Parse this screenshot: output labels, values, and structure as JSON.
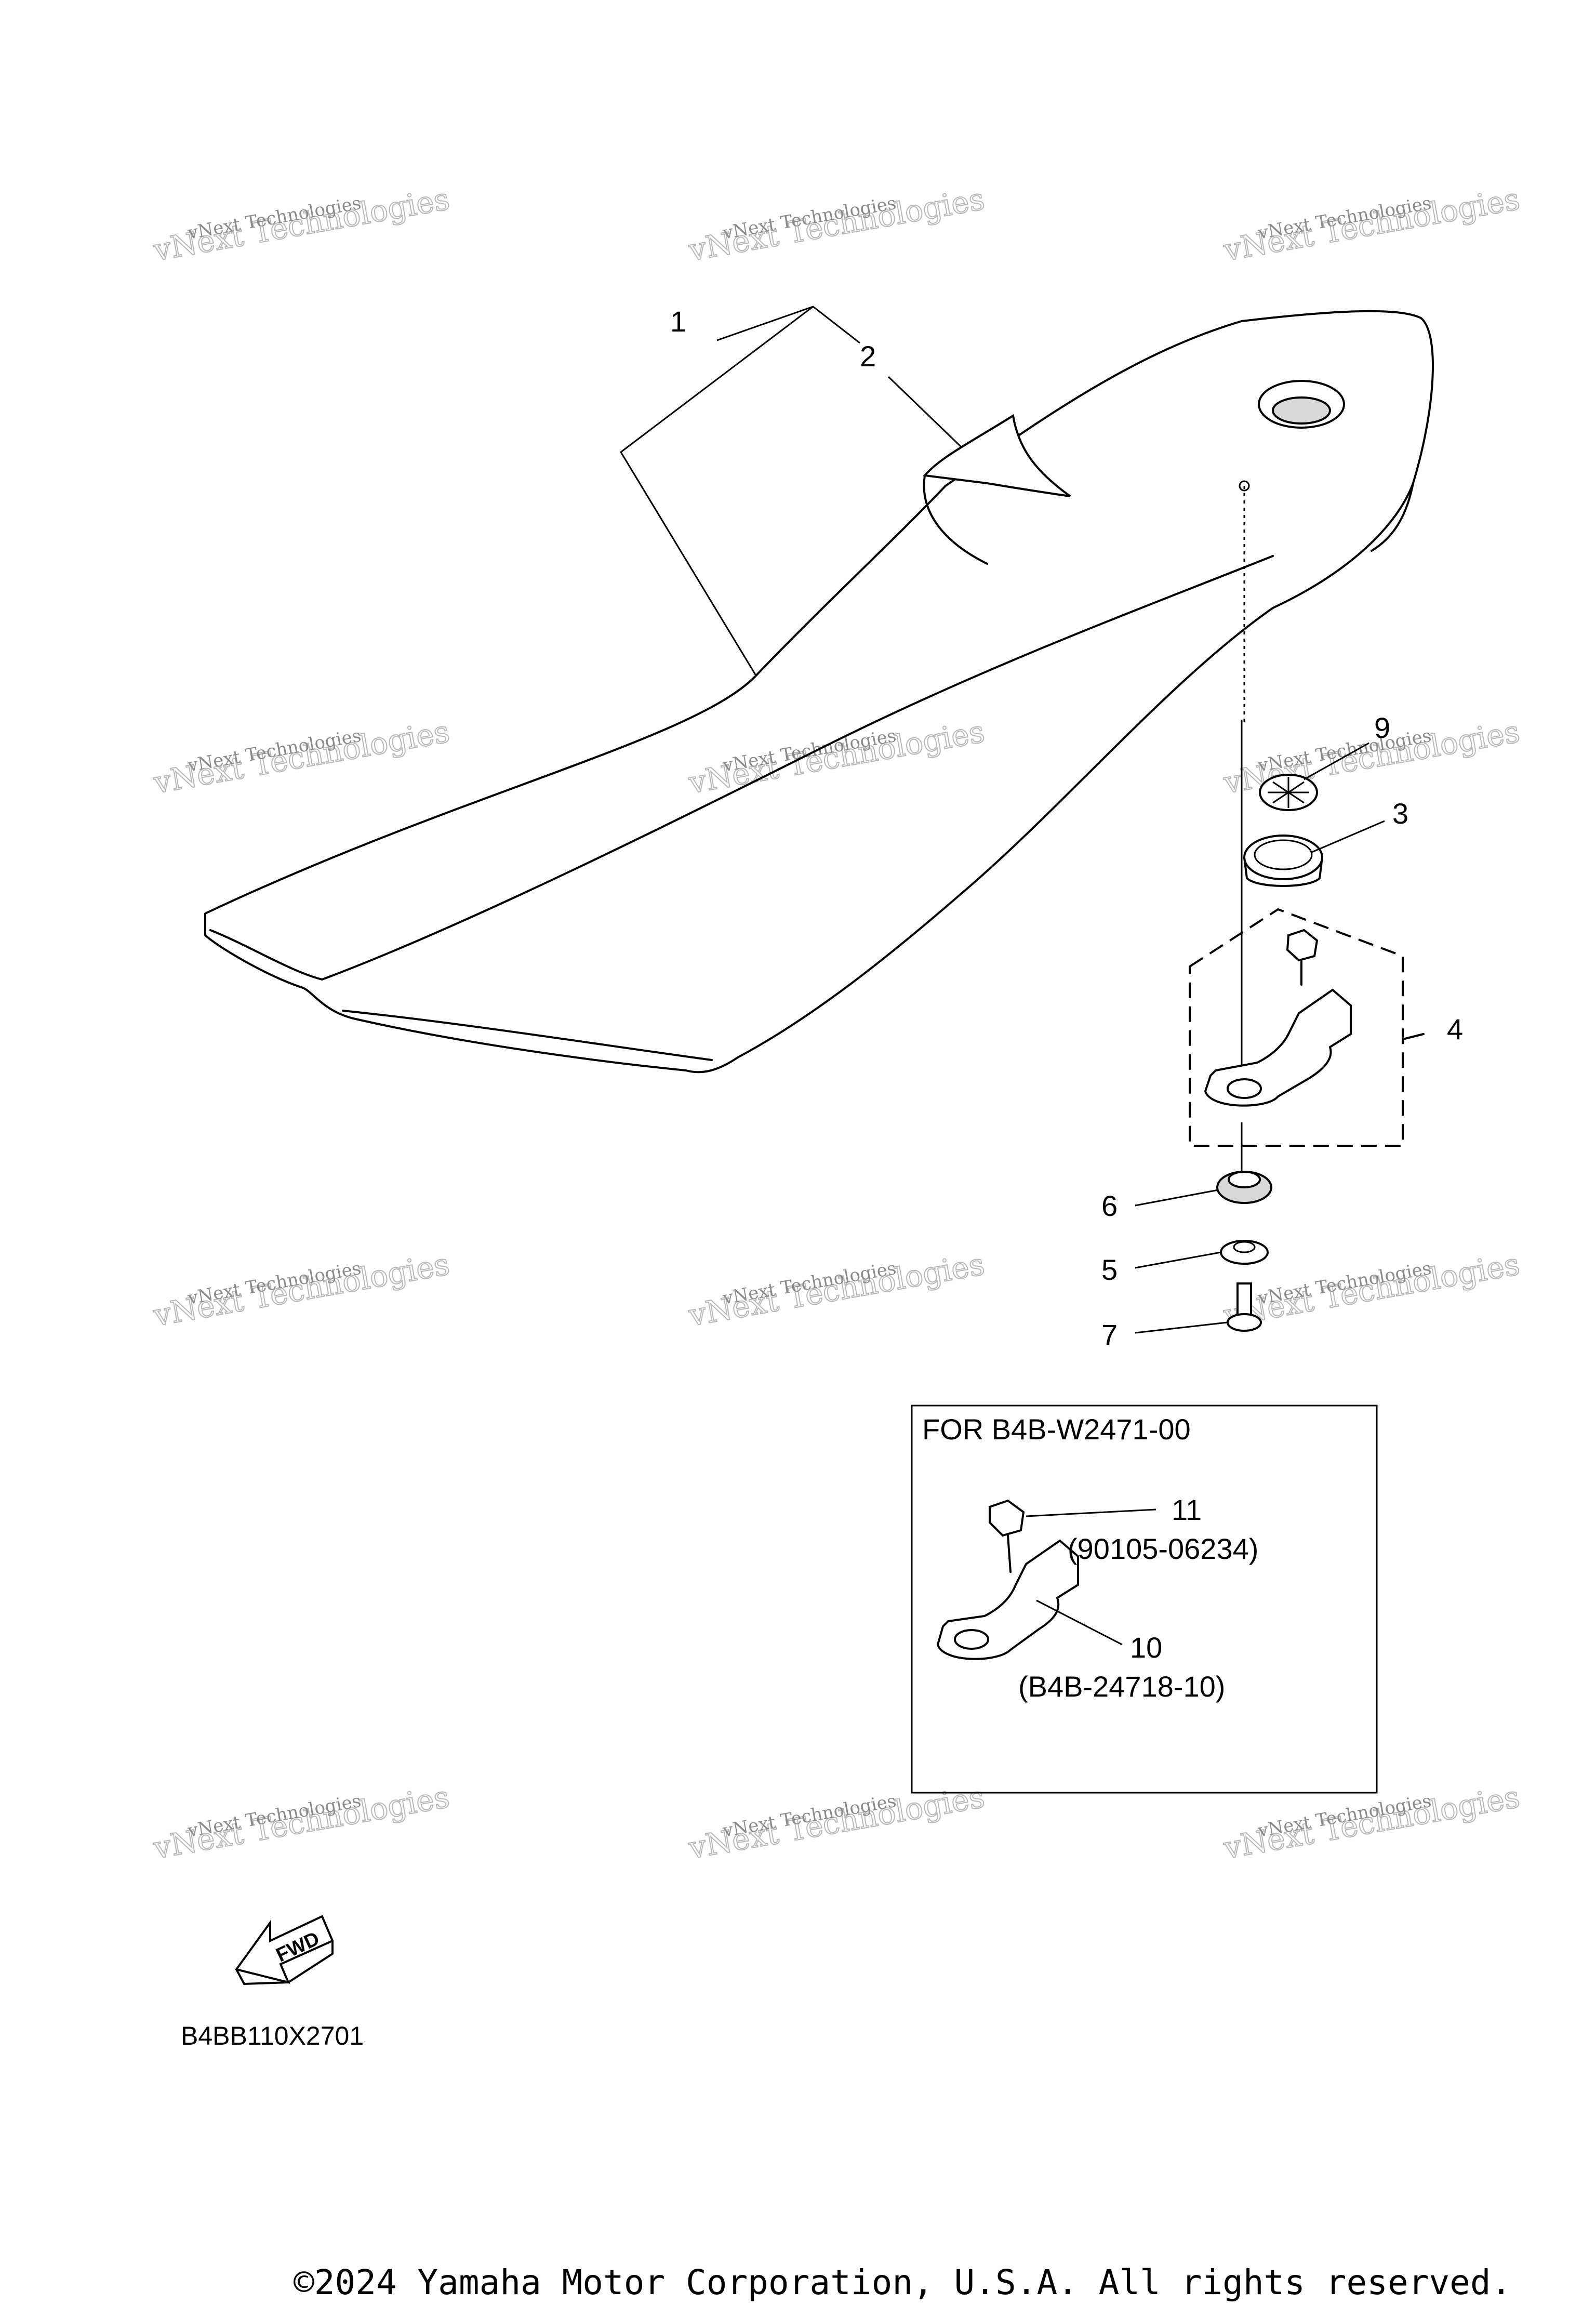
{
  "callouts": {
    "c1": "1",
    "c2": "2",
    "c3": "3",
    "c4": "4",
    "c5": "5",
    "c6": "6",
    "c7": "7",
    "c9": "9",
    "c10": "10",
    "c11": "11"
  },
  "inset": {
    "title": "FOR  B4B-W2471-00",
    "part11_number": "(90105-06234)",
    "part10_number": "(B4B-24718-10)"
  },
  "fwd_label": "FWD",
  "diagram_code": "B4BB110X2701",
  "copyright": "©2024 Yamaha Motor Corporation, U.S.A. All rights reserved.",
  "watermark": {
    "line1": "vNext Technologies",
    "line2": "vNext Technologies"
  }
}
